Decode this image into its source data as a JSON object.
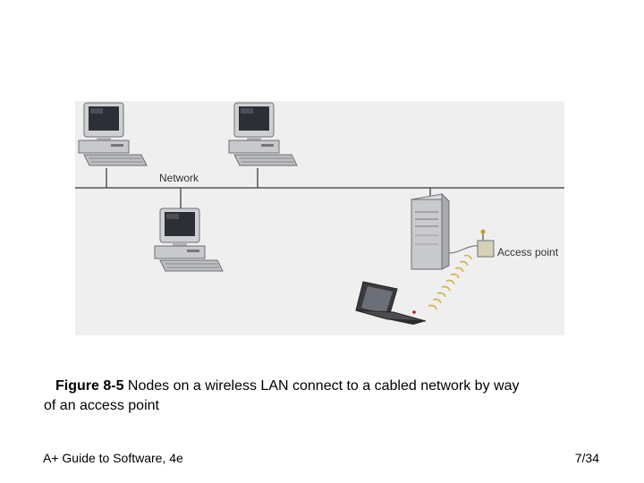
{
  "diagram": {
    "network_label": "Network",
    "access_point_label": "Access point"
  },
  "caption": {
    "figure_number": "Figure 8-5",
    "text_line1": " Nodes on a wireless LAN connect to a cabled network by way",
    "text_line2": "of an access point"
  },
  "footer": {
    "title": "A+ Guide to Software, 4e",
    "page": "7/34"
  }
}
